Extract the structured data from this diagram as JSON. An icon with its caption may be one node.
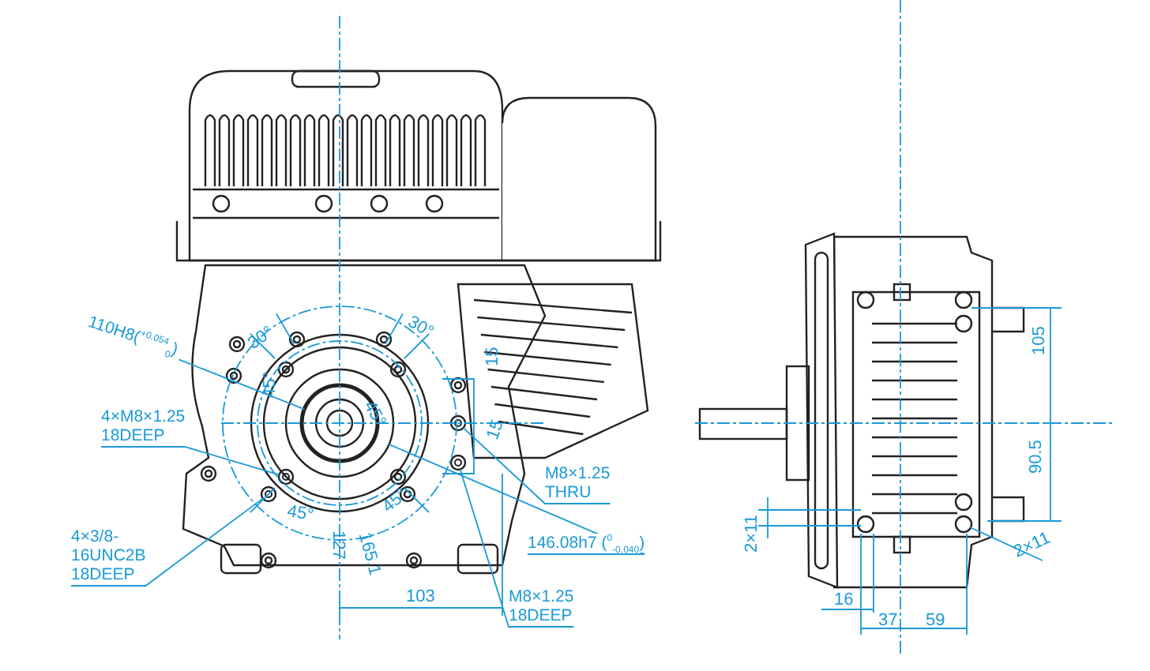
{
  "diagram": {
    "nodes": [
      {
        "text": [
          "110H8($^{+0.054}$$_{0}$)"
        ]
      },
      {
        "text": [
          "4×M8×1.25 18DEEP"
        ]
      },
      {
        "text": [
          "4×3/8-16UNC2B 18DEEP"
        ]
      },
      {
        "text": [
          "M8×1.25 THRU"
        ]
      },
      {
        "text": [
          "146.08h7 ($^{0}$$_{-0.040}$)"
        ]
      },
      {
        "text": [
          "M8×1.25 18DEEP"
        ]
      },
      {
        "text": [],
        "shape": "circle"
      },
      {
        "text": [],
        "shape": "circle",
        "in": 6
      },
      {
        "text": [],
        "shape": "circle"
      },
      {
        "text": [],
        "shape": "circle"
      },
      {
        "text": [],
        "shape": "circle"
      },
      {
        "text": [],
        "shape": "circle"
      }
    ],
    "edges": [
      {
        "from": 0,
        "to": 7,
        "arrow": "none"
      },
      {
        "from": 1,
        "to": 8,
        "arrow": "none"
      },
      {
        "from": 2,
        "to": 9,
        "arrow": "none"
      },
      {
        "from": 3,
        "to": 10,
        "arrow": "none"
      },
      {
        "from": 4,
        "to": 6,
        "arrow": "none"
      },
      {
        "from": 5,
        "to": 11,
        "arrow": "none"
      }
    ],
    "labels": [
      "30°",
      "30°",
      "45°",
      "45°",
      "15",
      "15",
      "45°",
      "45°",
      "127",
      "165.1",
      "103",
      "105",
      "90.5",
      "2×11",
      "2×11",
      "16",
      "37",
      "59"
    ]
  }
}
